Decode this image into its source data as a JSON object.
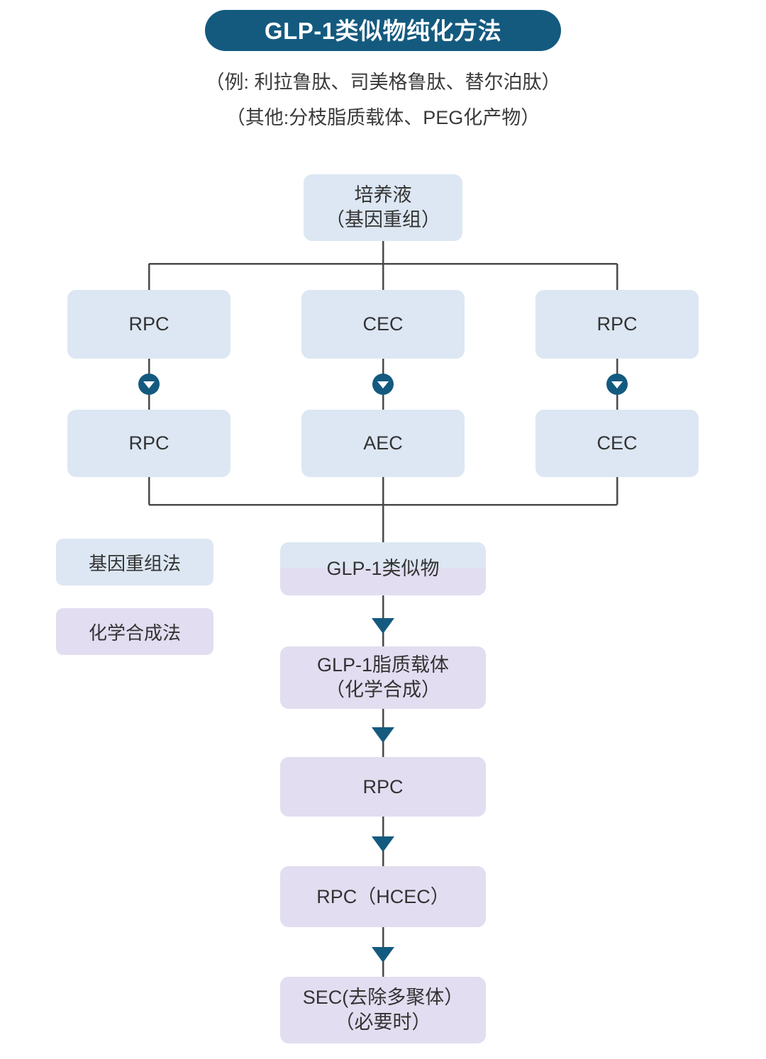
{
  "header": {
    "title": "GLP-1类似物纯化方法",
    "title_badge_color": "#145a7f",
    "subtitle_1": "（例: 利拉鲁肽、司美格鲁肽、替尔泊肽）",
    "subtitle_2": "（其他:分枝脂质载体、PEG化产物）"
  },
  "palette": {
    "blue_box": "#dce7f3",
    "purple_box": "#e2ddf0",
    "line": "#4a4a4a",
    "accent": "#145a7f",
    "text": "#333333"
  },
  "legend": {
    "items": [
      {
        "label": "基因重组法",
        "color": "#dce7f3",
        "type": "recombinant"
      },
      {
        "label": "化学合成法",
        "color": "#e2ddf0",
        "type": "chemical"
      }
    ]
  },
  "flow": {
    "source": {
      "label": "培养液\n（基因重组）",
      "color": "blue"
    },
    "branches": [
      {
        "name": "branch-left",
        "step1": {
          "label": "RPC",
          "color": "blue"
        },
        "step2": {
          "label": "RPC",
          "color": "blue"
        }
      },
      {
        "name": "branch-middle",
        "step1": {
          "label": "CEC",
          "color": "blue"
        },
        "step2": {
          "label": "AEC",
          "color": "blue"
        }
      },
      {
        "name": "branch-right",
        "step1": {
          "label": "RPC",
          "color": "blue"
        },
        "step2": {
          "label": "CEC",
          "color": "blue"
        }
      }
    ],
    "chain": [
      {
        "label": "GLP-1类似物",
        "color": "split"
      },
      {
        "label": "GLP-1脂质载体\n（化学合成）",
        "color": "purple"
      },
      {
        "label": "RPC",
        "color": "purple"
      },
      {
        "label": "RPC（HCEC）",
        "color": "purple"
      },
      {
        "label": "SEC(去除多聚体）\n（必要时）",
        "color": "purple"
      }
    ]
  },
  "connector_icons": {
    "circle_arrow": "circle-down-arrow-icon",
    "plain_arrow": "down-arrow-icon"
  }
}
